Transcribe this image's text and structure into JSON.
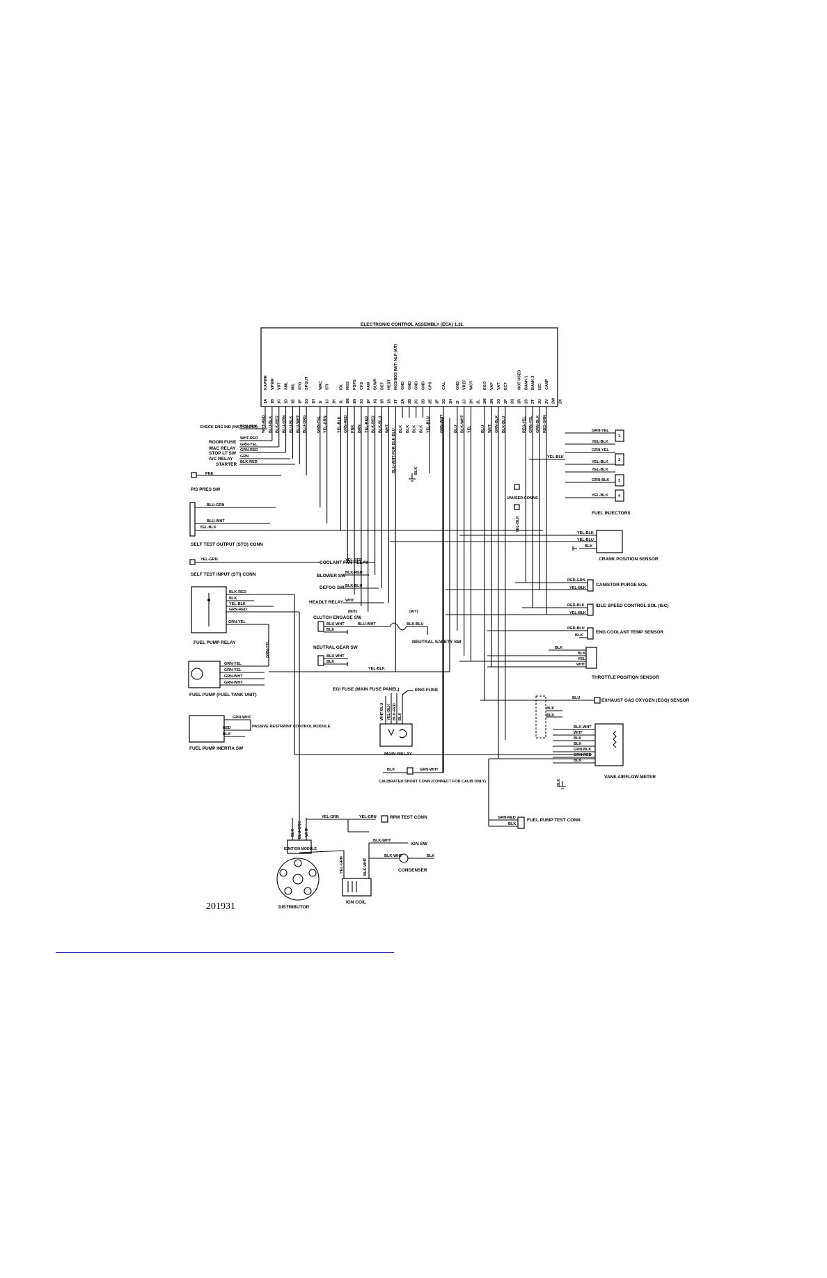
{
  "ecu": {
    "title": "ELECTRONIC CONTROL ASSEMBLY (ECA) 1.3L",
    "pins": [
      {
        "pin": "1A",
        "func": "KAPWR",
        "wire": "WHT-RED"
      },
      {
        "pin": "1B",
        "func": "VPWR",
        "wire": "BLU-BLK"
      },
      {
        "pin": "1C",
        "func": "VST",
        "wire": "BLK-RED"
      },
      {
        "pin": "1D",
        "func": "SML",
        "wire": "BLU-GRN"
      },
      {
        "pin": "1E",
        "func": "MIL",
        "wire": "BLU-BLK"
      },
      {
        "pin": "1F",
        "func": "STO",
        "wire": "BLU-WHT"
      },
      {
        "pin": "1G",
        "func": "SPOUT",
        "wire": "BLU-ORG"
      },
      {
        "pin": "1H",
        "func": "",
        "wire": ""
      },
      {
        "pin": "1I",
        "func": "WAC",
        "wire": "GRN-YEL"
      },
      {
        "pin": "1J",
        "func": "STI",
        "wire": "YEL-GRN"
      },
      {
        "pin": "1K",
        "func": "",
        "wire": ""
      },
      {
        "pin": "1L",
        "func": "IDL",
        "wire": "YEL-BLK"
      },
      {
        "pin": "1M",
        "func": "NGS",
        "wire": "GRN-RED"
      },
      {
        "pin": "1N",
        "func": "PSPS",
        "wire": "PNK"
      },
      {
        "pin": "1O",
        "func": "CFS",
        "wire": "BRN"
      },
      {
        "pin": "1P",
        "func": "FAN",
        "wire": "YEL-RED"
      },
      {
        "pin": "1Q",
        "func": "BLWR",
        "wire": "BLK-RED"
      },
      {
        "pin": "1R",
        "func": "DEF",
        "wire": "BLK-BLU"
      },
      {
        "pin": "1S",
        "func": "HEDT",
        "wire": "WHT"
      },
      {
        "pin": "1T",
        "func": "NGS/NDS (M/T) NLP (A/T)",
        "wire": "BLU-WHT FOR BLK-BLU"
      },
      {
        "pin": "2A",
        "func": "GND",
        "wire": "BLK"
      },
      {
        "pin": "2B",
        "func": "GND",
        "wire": "BLK"
      },
      {
        "pin": "2C",
        "func": "GND",
        "wire": "BLK"
      },
      {
        "pin": "2D",
        "func": "GND",
        "wire": "BLK"
      },
      {
        "pin": "2E",
        "func": "CPS",
        "wire": "YEL-BLU"
      },
      {
        "pin": "2F",
        "func": "",
        "wire": ""
      },
      {
        "pin": "2G",
        "func": "CAL",
        "wire": "GRN-WHT"
      },
      {
        "pin": "2H",
        "func": "",
        "wire": ""
      },
      {
        "pin": "2I",
        "func": "GND",
        "wire": "BLU"
      },
      {
        "pin": "2J",
        "func": "VREF",
        "wire": "BLK-WHT"
      },
      {
        "pin": "2K",
        "func": "WOT",
        "wire": "YEL"
      },
      {
        "pin": "2L",
        "func": "",
        "wire": ""
      },
      {
        "pin": "2M",
        "func": "EGO",
        "wire": "BLU"
      },
      {
        "pin": "2N",
        "func": "VAF",
        "wire": "WHT"
      },
      {
        "pin": "2O",
        "func": "VAT",
        "wire": "GRN-BLK"
      },
      {
        "pin": "2P",
        "func": "ECT",
        "wire": "BLK-BLU"
      },
      {
        "pin": "2Q",
        "func": "",
        "wire": ""
      },
      {
        "pin": "2R",
        "func": "NOT USED",
        "wire": ""
      },
      {
        "pin": "2S",
        "func": "BANK 1",
        "wire": "RED-YEL"
      },
      {
        "pin": "2T",
        "func": "BANK 2",
        "wire": "GRN-YEL"
      },
      {
        "pin": "2U",
        "func": "ISC",
        "wire": "GRN-BLK"
      },
      {
        "pin": "2V",
        "func": "CANP",
        "wire": "RED-GRN"
      },
      {
        "pin": "2W",
        "func": "",
        "wire": ""
      },
      {
        "pin": "2X",
        "func": "",
        "wire": ""
      }
    ]
  },
  "left_components": {
    "check_eng_ind": "CHECK ENG IND (INST CLSTR)",
    "check_eng_wire": "BLU-BLK",
    "room_fuse": "ROOM FUSE",
    "room_fuse_wire": "WHT-RED",
    "wac_relay": "WAC RELAY",
    "wac_relay_wire": "GRN-YEL",
    "stop_lt_sw": "STOP LT SW",
    "stop_lt_wire": "GRN-RED",
    "ac_relay": "A/C RELAY",
    "ac_relay_wire": "GRN",
    "starter": "STARTER",
    "starter_wire": "BLK-RED",
    "ps_pres_sw": "P/S PRES SW",
    "ps_wire": "PNK",
    "sto_conn": "SELF TEST OUTPUT (STO) CONN",
    "sto_wires": [
      "BLU-GRN",
      "BLU-WHT",
      "YEL-BLK"
    ],
    "sti_conn": "SELF TEST INPUT (STI) CONN",
    "sti_wire": "YEL-GRN",
    "fuel_pump_relay": "FUEL PUMP RELAY",
    "fpr_wires": [
      "BLK-RED",
      "BLK",
      "YEL-BLK",
      "GRN-RED",
      "GRN-YEL"
    ],
    "fuel_pump_tank": "FUEL PUMP (FUEL TANK UNIT)",
    "fpt_wires": [
      "GRN-YEL",
      "GRN-YEL",
      "GRN-WHT",
      "GRN-WHT"
    ],
    "grn_yel_vertical": "GRN-YEL",
    "fuel_pump_inertia": "FUEL PUMP INERTIA SW",
    "fpi_wires": [
      "GRN-WHT",
      "RED",
      "BLK"
    ],
    "passive_restraint": "PASSIVE RESTRAINT CONTROL MODULE"
  },
  "center_components": {
    "coolant_fan_relay": "COOLANT FAN RELAY",
    "coolant_wire": "YEL-RED",
    "blower_sw": "BLOWER SW",
    "blower_wire": "BLK-RED",
    "defog_sw": "DEFOG SW",
    "defog_wire": "BLK-BLU",
    "headlt_relay": "HEADLT RELAY",
    "headlt_wire": "WHT",
    "mt": "(M/T)",
    "at": "(A/T)",
    "clutch_engage_sw": "CLUTCH ENGAGE SW",
    "clutch_wires": [
      "BLU-WHT",
      "BLK"
    ],
    "clutch_out_wire": "BLU-WHT",
    "neutral_safety_sw": "NEUTRAL SAFETY SW",
    "nss_wire": "BLK-BLU",
    "neutral_gear_sw": "NEUTRAL GEAR SW",
    "ngs_wires": [
      "BLU-WHT",
      "BLK"
    ],
    "yel_blk": "YEL-BLK",
    "egi_fuse": "EGI FUSE (MAIN FUSE PANEL)",
    "eng_fuse": "ENG FUSE",
    "main_relay_wires": [
      "WHT-BLU",
      "YEL-BLK",
      "BLK-RED",
      "BLK"
    ],
    "main_relay": "MAIN RELAY",
    "calibrated_short": "CALIBRATED SHORT CONN (CONNECT FOR CALIB ONLY)",
    "cal_wires": [
      "BLK",
      "GRN-WHT"
    ],
    "blk_ground": "BLK"
  },
  "ignition": {
    "module": "IGNITION MODULE",
    "module_wires": [
      "BLK",
      "BLU-ORG",
      "WHT"
    ],
    "yel_grn_1": "YEL-GRN",
    "yel_grn_2": "YEL-GRN",
    "rpm_test_conn": "RPM TEST CONN",
    "ign_sw": "IGN SW",
    "ign_sw_wire": "BLK-WHT",
    "condenser": "CONDENSER",
    "condenser_wire": "BLK-WHT",
    "condenser_blk": "BLK",
    "distributor": "DISTRIBUTOR",
    "ign_coil": "IGN COIL",
    "coil_wires": [
      "YEL-GRN",
      "BLK-WHT"
    ]
  },
  "right_components": {
    "injector_wires": [
      "GRN-YEL",
      "YEL-BLK",
      "GRN-YEL",
      "YEL-BLK",
      "YEL-BLK",
      "GRN-BLK",
      "YEL-BLK"
    ],
    "injector_feed": "YEL-BLK",
    "injector_nums": [
      "1",
      "2",
      "3",
      "4"
    ],
    "fuel_injectors": "FUEL INJECTORS",
    "unused_conns": "UNUSED CONNS",
    "unused_wire": "YEL-BLK",
    "crank_wires": [
      "YEL-BLK",
      "YEL-BLU",
      "BLK"
    ],
    "crank_sensor": "CRANK POSITION SENSOR",
    "canister_wires": [
      "RED-GRN",
      "YEL-BLK"
    ],
    "canister": "CANISTOR PURGE SOL",
    "isc_wires": [
      "RED-BLK",
      "YEL-BLK"
    ],
    "isc": "IDLE SPEED CONTROL SOL (ISC)",
    "ect_wires": [
      "RED-BLU",
      "BLK"
    ],
    "ect": "ENG COOLANT TEMP SENSOR",
    "tps_wires": [
      "BLK",
      "BLK",
      "YEL",
      "WHT"
    ],
    "tps": "THROTTLE POSITION SENSOR",
    "ego_wires": [
      "BLU",
      "BLK",
      "BLK"
    ],
    "ego": "EXHAUST GAS OXYGEN (EGO) SENSOR",
    "vaf_wires": [
      "BLK-WHT",
      "WHT",
      "BLK",
      "BLK",
      "GRN-BLK",
      "GRN-RED",
      "BLK"
    ],
    "vaf": "VANE AIRFLOW METER",
    "vaf_ground": "BLK",
    "fp_test_wires": [
      "GRN-RED",
      "BLK"
    ],
    "fp_test": "FUEL PUMP TEST CONN"
  },
  "figure_number": "201931"
}
